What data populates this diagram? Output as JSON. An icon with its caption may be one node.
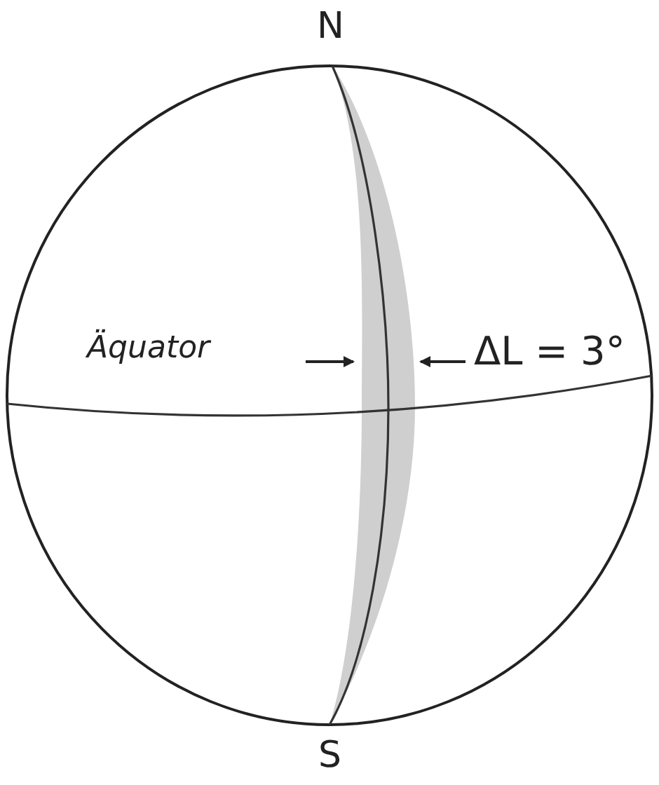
{
  "diagram": {
    "labels": [
      "N",
      "Äquator",
      "ΔL = 3°",
      "S"
    ]
  }
}
